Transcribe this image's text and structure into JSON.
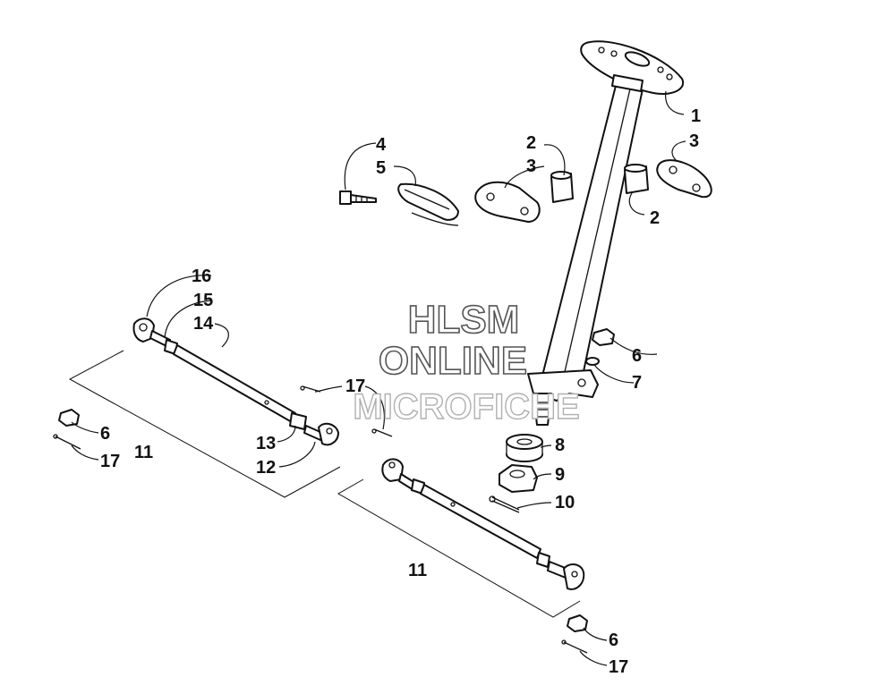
{
  "watermark": {
    "line1": "HLSM",
    "line2": "ONLINE",
    "line3": "MICROFICHE"
  },
  "callouts": [
    {
      "id": "c1",
      "text": "1"
    },
    {
      "id": "c2a",
      "text": "2"
    },
    {
      "id": "c2b",
      "text": "2"
    },
    {
      "id": "c3a",
      "text": "3"
    },
    {
      "id": "c3b",
      "text": "3"
    },
    {
      "id": "c4",
      "text": "4"
    },
    {
      "id": "c5",
      "text": "5"
    },
    {
      "id": "c6a",
      "text": "6"
    },
    {
      "id": "c6b",
      "text": "6"
    },
    {
      "id": "c6c",
      "text": "6"
    },
    {
      "id": "c7",
      "text": "7"
    },
    {
      "id": "c8",
      "text": "8"
    },
    {
      "id": "c9",
      "text": "9"
    },
    {
      "id": "c10",
      "text": "10"
    },
    {
      "id": "c11a",
      "text": "11"
    },
    {
      "id": "c11b",
      "text": "11"
    },
    {
      "id": "c12",
      "text": "12"
    },
    {
      "id": "c13",
      "text": "13"
    },
    {
      "id": "c14",
      "text": "14"
    },
    {
      "id": "c15",
      "text": "15"
    },
    {
      "id": "c16",
      "text": "16"
    },
    {
      "id": "c17a",
      "text": "17"
    },
    {
      "id": "c17b",
      "text": "17"
    },
    {
      "id": "c17c",
      "text": "17"
    }
  ]
}
